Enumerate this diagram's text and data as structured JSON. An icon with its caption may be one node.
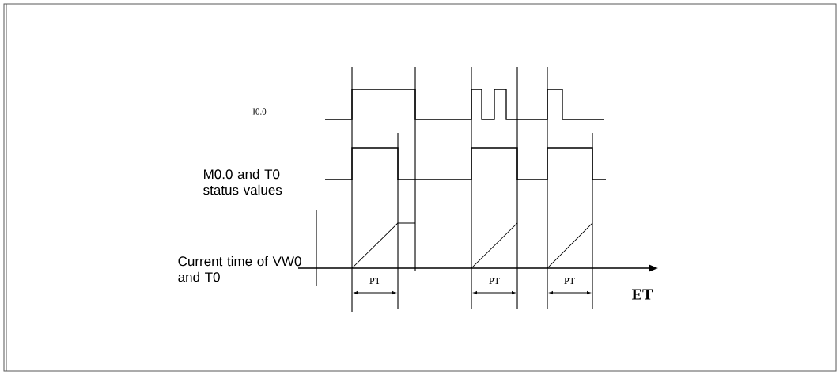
{
  "diagram": {
    "labels": [
      "I0.0",
      "M0.0 and T0 status values",
      "Current time of VW0 and T0",
      "PT",
      "PT",
      "PT",
      "ET"
    ]
  }
}
